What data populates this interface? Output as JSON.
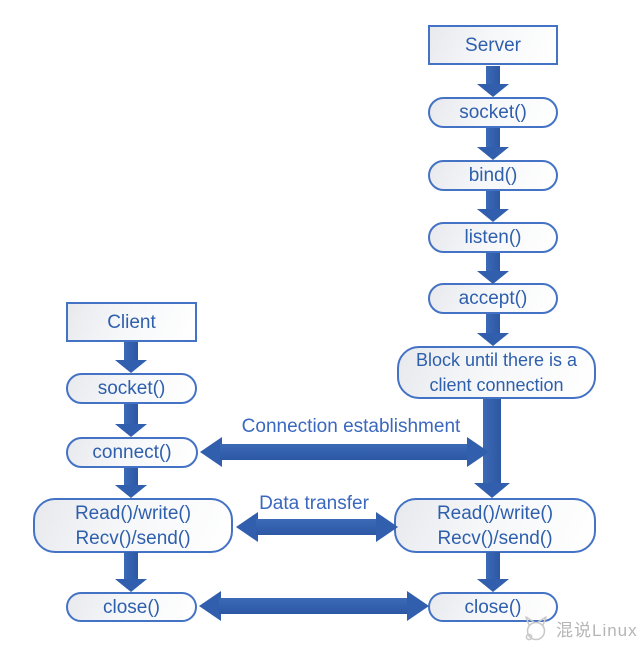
{
  "colors": {
    "border": "#4472C4",
    "arrow": "#315FAD",
    "text": "#2E5FAD",
    "label": "#3A68BE",
    "watermark": "#B5B5B5"
  },
  "server": {
    "header": "Server",
    "step_socket": "socket()",
    "step_bind": "bind()",
    "step_listen": "listen()",
    "step_accept": "accept()",
    "block_line1": "Block until there is a",
    "block_line2": "client connection",
    "io_line1": "Read()/write()",
    "io_line2": "Recv()/send()",
    "close": "close()"
  },
  "client": {
    "header": "Client",
    "step_socket": "socket()",
    "step_connect": "connect()",
    "io_line1": "Read()/write()",
    "io_line2": "Recv()/send()",
    "close": "close()"
  },
  "labels": {
    "connection": "Connection establishment",
    "data_transfer": "Data transfer"
  },
  "watermark": {
    "text": "混说Linux",
    "logo": "cat-sketch-icon"
  }
}
